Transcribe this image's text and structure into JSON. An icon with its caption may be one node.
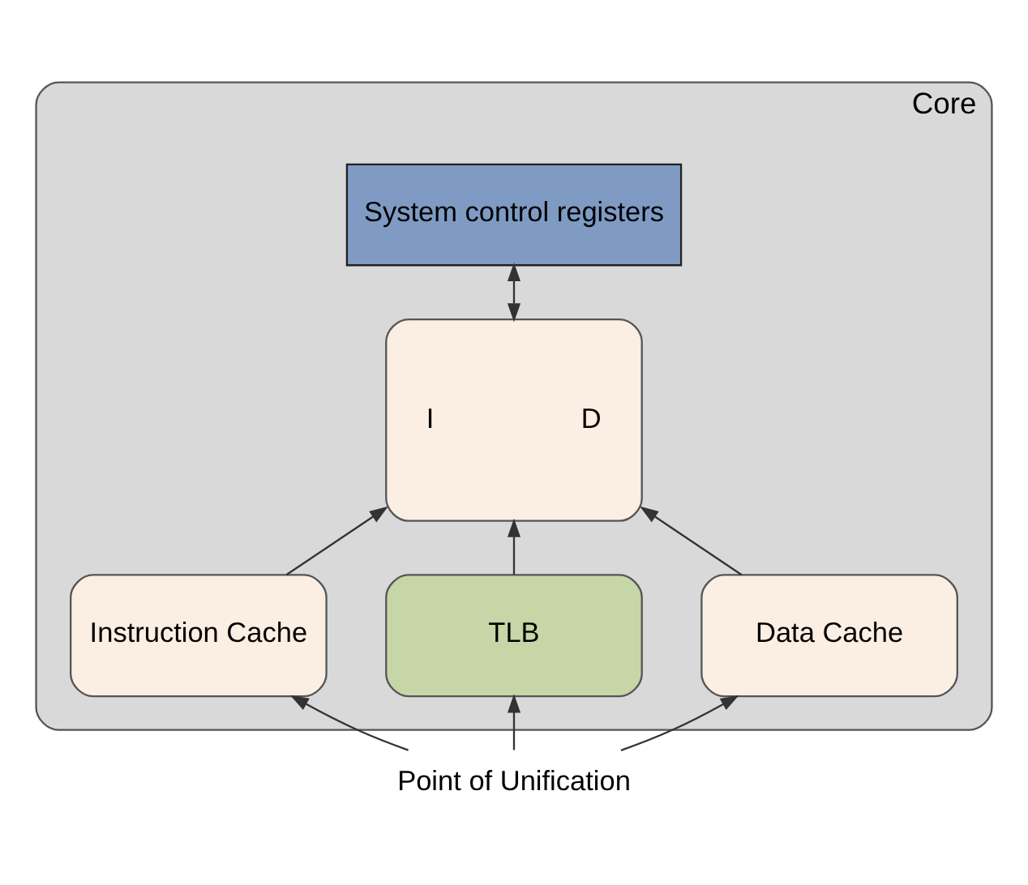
{
  "diagram": {
    "nodes": [
      {
        "text": [
          "Core"
        ]
      },
      {
        "text": [
          "System control registers"
        ],
        "in": 0
      },
      {
        "text": [
          "Instruction Cache"
        ],
        "in": 0
      },
      {
        "text": [
          "I",
          "D"
        ],
        "in": 0
      },
      {
        "text": [
          "Data Cache"
        ],
        "in": 0
      },
      {
        "text": [
          "TLB"
        ],
        "in": 0
      },
      {
        "text": [
          "Point of Unification"
        ]
      }
    ],
    "edges": [
      {
        "from": 3,
        "to": 1,
        "arrow": "both"
      },
      {
        "from": 2,
        "to": 3,
        "arrow": "to"
      },
      {
        "from": 4,
        "to": 3,
        "arrow": "to"
      },
      {
        "from": 5,
        "to": 3,
        "arrow": "to"
      },
      {
        "from": 6,
        "to": 2,
        "arrow": "to"
      },
      {
        "from": 6,
        "to": 5,
        "arrow": "to"
      },
      {
        "from": 6,
        "to": 4,
        "arrow": "to"
      }
    ]
  }
}
